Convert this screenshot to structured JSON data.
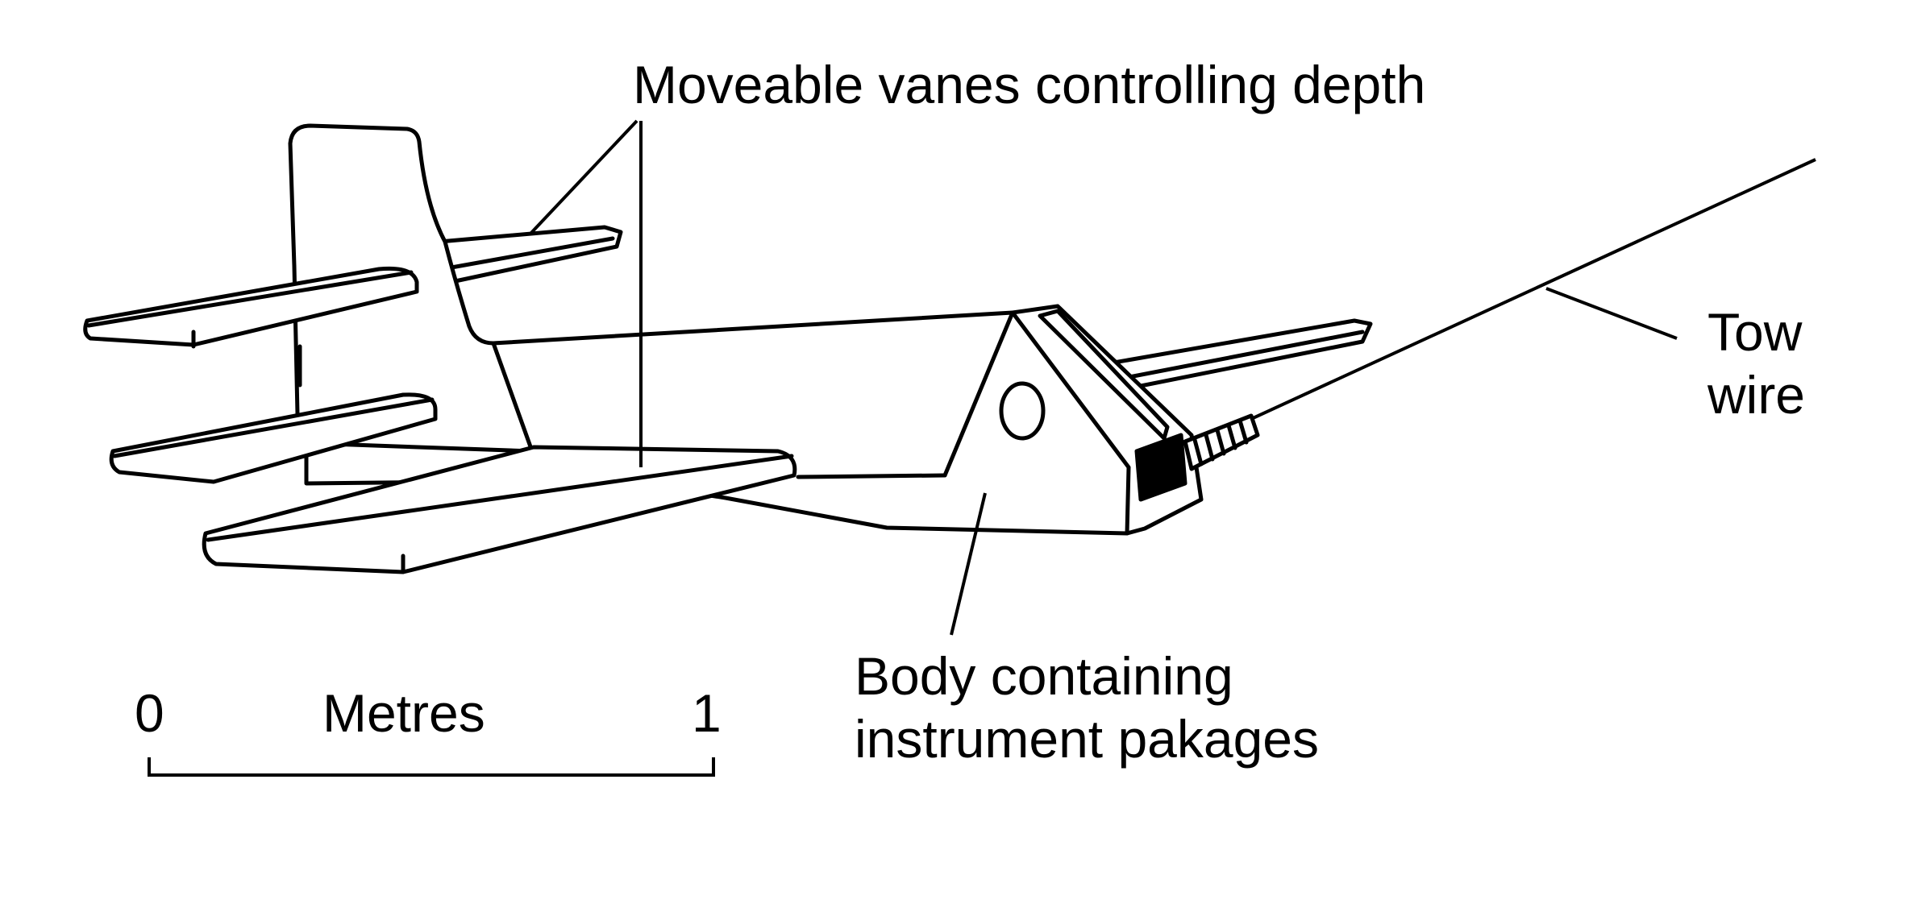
{
  "diagram": {
    "subject": "towed underwater instrument body",
    "labels": {
      "vanes": "Moveable vanes controlling depth",
      "tow_wire_line1": "Tow",
      "tow_wire_line2": "wire",
      "body_line1": "Body containing",
      "body_line2": "instrument pakages"
    },
    "scale_bar": {
      "start_label": "0",
      "end_label": "1",
      "unit_label": "Metres"
    },
    "colors": {
      "ink": "#000000",
      "paper": "#ffffff"
    }
  }
}
